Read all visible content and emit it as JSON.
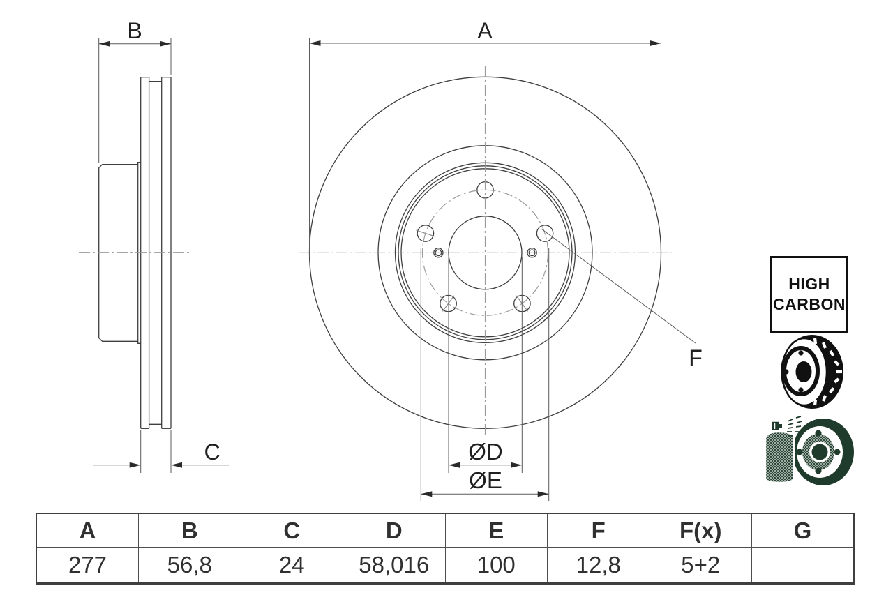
{
  "drawing": {
    "labels": {
      "a": "A",
      "b": "B",
      "c": "C",
      "f": "F",
      "d_dia": "ØD",
      "e_dia": "ØE"
    }
  },
  "badge": {
    "line1": "HIGH",
    "line2": "CARBON"
  },
  "icons": {
    "vented_disc": "vented-brake-disc-icon",
    "coated_disc_spray": "coated-disc-spray-icon"
  },
  "table": {
    "headers": [
      "A",
      "B",
      "C",
      "D",
      "E",
      "F",
      "F(x)",
      "G"
    ],
    "values": [
      "277",
      "56,8",
      "24",
      "58,016",
      "100",
      "12,8",
      "5+2",
      ""
    ]
  },
  "colors": {
    "outline": "#3f3f3f",
    "dimension": "#5c5c5c",
    "centerline": "#9b9b9b",
    "icon_black": "#111111",
    "icon_green": "#1f3b2b"
  }
}
